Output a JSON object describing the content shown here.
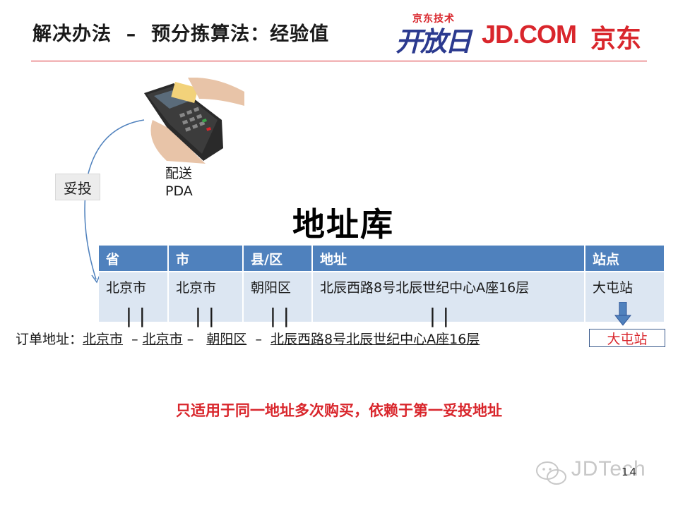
{
  "header": {
    "title": "解决办法  –  预分拣算法：经验值",
    "logo_kaifang_top": "京东技术",
    "logo_kaifang_main": "开放日",
    "logo_jd": "JD.COM",
    "logo_jd_cn": "京东",
    "accent_color": "#d9262c"
  },
  "diagram": {
    "pda_label_line1": "配送",
    "pda_label_line2": "PDA",
    "tuotou_label": "妥投",
    "pda_icon": "pda-device-image"
  },
  "address_db": {
    "title": "地址库",
    "columns": [
      "省",
      "市",
      "县/区",
      "地址",
      "站点"
    ],
    "row": [
      "北京市",
      "北京市",
      "朝阳区",
      "北辰西路8号北辰世纪中心A座16层",
      "大屯站"
    ],
    "equal_sign": "||",
    "header_color": "#4f81bd",
    "row_color": "#dce6f2"
  },
  "order": {
    "label": "订单地址：",
    "province": "北京市",
    "sep1": "  – ",
    "city": "北京市",
    "sep2": " –   ",
    "district": "朝阳区",
    "sep3": "  –  ",
    "address": "北辰西路8号北辰世纪中心A座16层",
    "station": "大屯站"
  },
  "conclusion": "只适用于同一地址多次购买，依赖于第一妥投地址",
  "footer": {
    "watermark": "JDTech",
    "page_number": "14"
  }
}
